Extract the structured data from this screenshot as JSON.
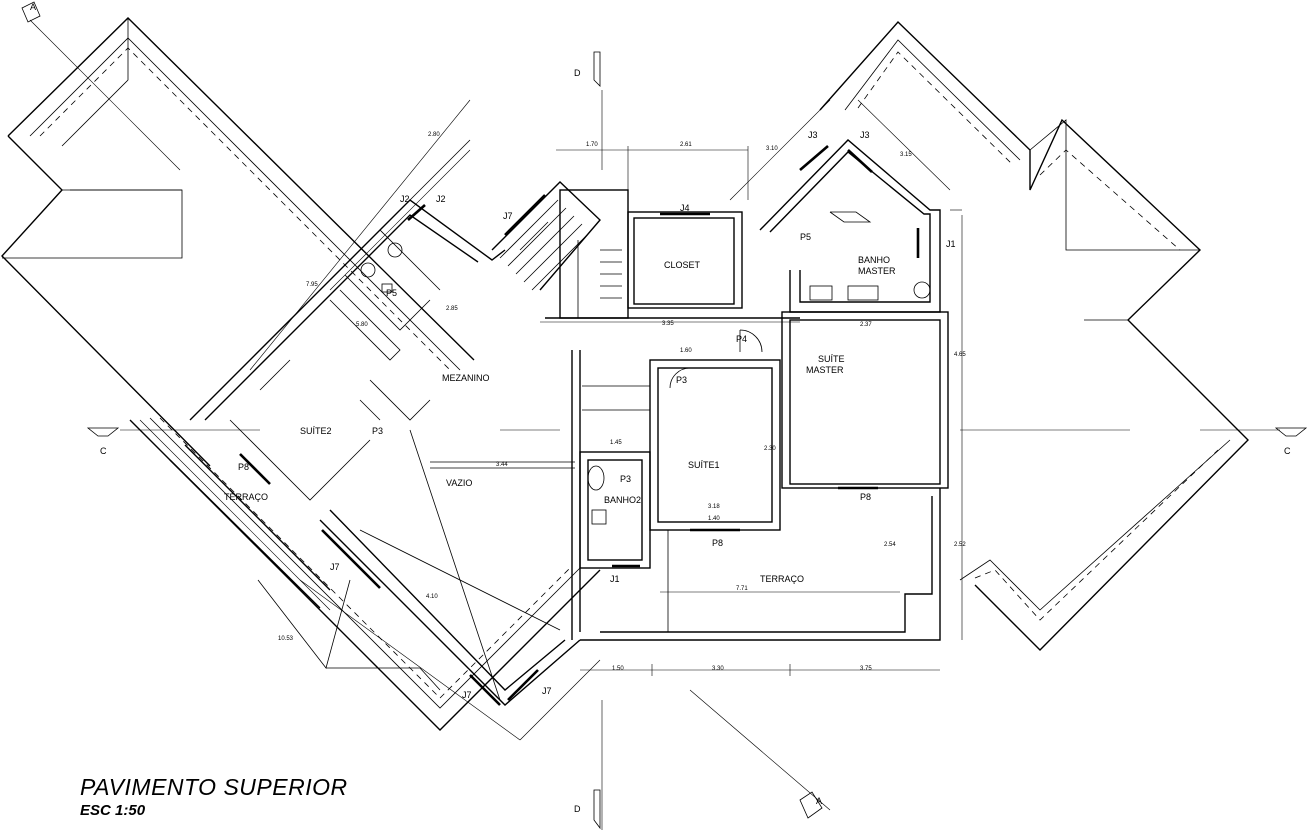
{
  "title": "PAVIMENTO SUPERIOR",
  "scale": "ESC 1:50",
  "rooms": {
    "mezanino": "MEZANINO",
    "closet": "CLOSET",
    "banho_master_1": "BANHO",
    "banho_master_2": "MASTER",
    "suite_master_1": "SUÍTE",
    "suite_master_2": "MASTER",
    "suite1": "SUÍTE1",
    "suite2": "SUÍTE2",
    "banho2": "BANHO2",
    "vazio": "VAZIO",
    "terraco_left": "TERRAÇO",
    "terraco_right": "TERRAÇO"
  },
  "openings": {
    "j1a": "J1",
    "j1b": "J1",
    "j2a": "J2",
    "j2b": "J2",
    "j3a": "J3",
    "j3b": "J3",
    "j4": "J4",
    "j7a": "J7",
    "j7b": "J7",
    "j7c": "J7",
    "j7d": "J7",
    "p3a": "P3",
    "p3b": "P3",
    "p3c": "P3",
    "p4": "P4",
    "p5a": "P5",
    "p5b": "P5",
    "p8a": "P8",
    "p8b": "P8",
    "p8c": "P8"
  },
  "section_marks": {
    "c_left": "C",
    "c_right": "C",
    "d_top": "D",
    "d_bottom": "D",
    "a_top": "A",
    "a_bottom": "A"
  },
  "dimensions": {
    "d170": "1.70",
    "d261": "2.61",
    "d310": "3.10",
    "d315": "3.15",
    "d280": "2.80",
    "d795": "7.95",
    "d335": "3.35",
    "d344": "3.44",
    "d771": "7.71",
    "d318": "3.18",
    "d140": "1.40",
    "d465": "4.65",
    "d410": "4.10",
    "d254": "2.54",
    "d252": "2.52",
    "d150": "1.50",
    "d330": "3.30",
    "d375": "3.75",
    "d1053": "10.53",
    "d580": "5.80",
    "d285": "2.85",
    "d237": "2.37",
    "d230": "2.30",
    "d160": "1.60",
    "d145": "1.45"
  }
}
